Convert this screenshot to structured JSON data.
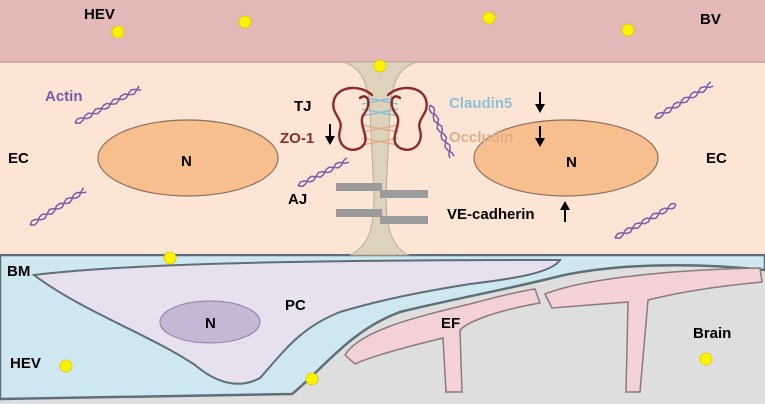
{
  "labels": {
    "hev_top": "HEV",
    "bv": "BV",
    "actin": "Actin",
    "ec_left": "EC",
    "ec_right": "EC",
    "nucleus_left": "N",
    "nucleus_right": "N",
    "tj": "TJ",
    "zo1": "ZO-1",
    "claudin5": "Claudin5",
    "occludin": "Occludin",
    "aj": "AJ",
    "ve_cadherin": "VE-cadherin",
    "bm": "BM",
    "pc": "PC",
    "nucleus_pc": "N",
    "ef": "EF",
    "brain": "Brain",
    "hev_bottom": "HEV"
  },
  "arrows": {
    "zo1": "down",
    "claudin5": "down",
    "occludin": "down",
    "ve_cadherin": "up"
  },
  "colors": {
    "blood_vessel": "#e4b8b6",
    "endothelium": "#fce5d4",
    "nucleus_ec": "#f7bf8e",
    "basement_membrane": "#cfe7f1",
    "pericyte": "#e7e0ef",
    "pericyte_nucleus": "#c7b7d6",
    "brain": "#dedede",
    "end_foot": "#f2d2d4",
    "junction": "#ddd3bd",
    "hev_particle": "#fff200",
    "actin": "#7b5ca9",
    "zo1": "#8e2a2a",
    "claudin5": "#8fc0d4",
    "occludin": "#e2ad8a",
    "ve_cadherin": "#9b9b9b"
  }
}
